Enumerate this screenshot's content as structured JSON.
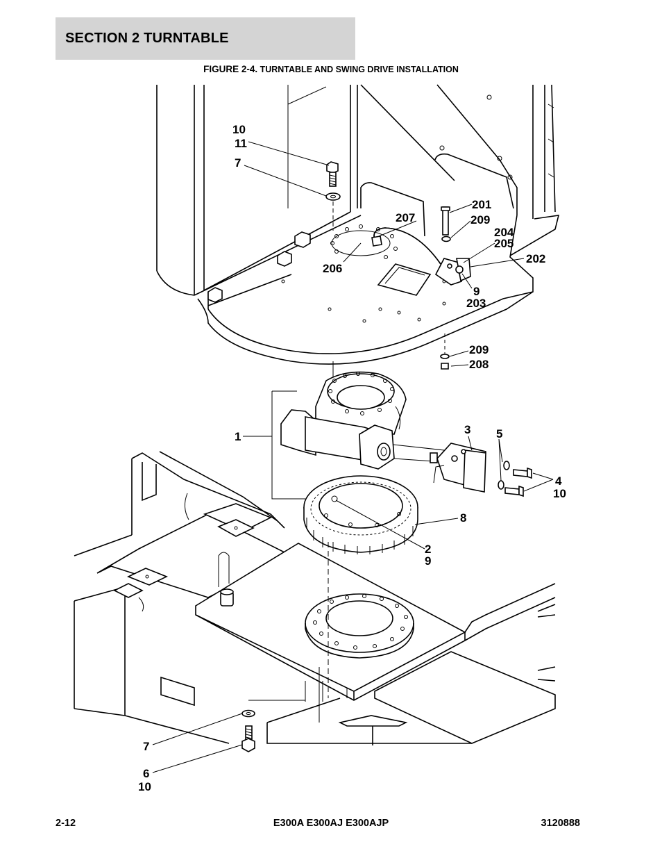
{
  "header": {
    "section_title": "SECTION 2   TURNTABLE",
    "figure_label": "FIGURE 2-4.",
    "figure_title": " TURNTABLE AND SWING DRIVE INSTALLATION"
  },
  "callouts": {
    "c10a": "10",
    "c11": "11",
    "c7a": "7",
    "c201": "201",
    "c209a": "209",
    "c207": "207",
    "c204": "204",
    "c205": "205",
    "c202": "202",
    "c206": "206",
    "c9a": "9",
    "c203": "203",
    "c209b": "209",
    "c208": "208",
    "c1": "1",
    "c3": "3",
    "c5": "5",
    "c4": "4",
    "c10b": "10",
    "c8": "8",
    "c2": "2",
    "c9b": "9",
    "c7b": "7",
    "c6": "6",
    "c10c": "10"
  },
  "footer": {
    "page_number": "2-12",
    "models": "E300A E300AJ E300AJP",
    "doc_number": "3120888"
  }
}
